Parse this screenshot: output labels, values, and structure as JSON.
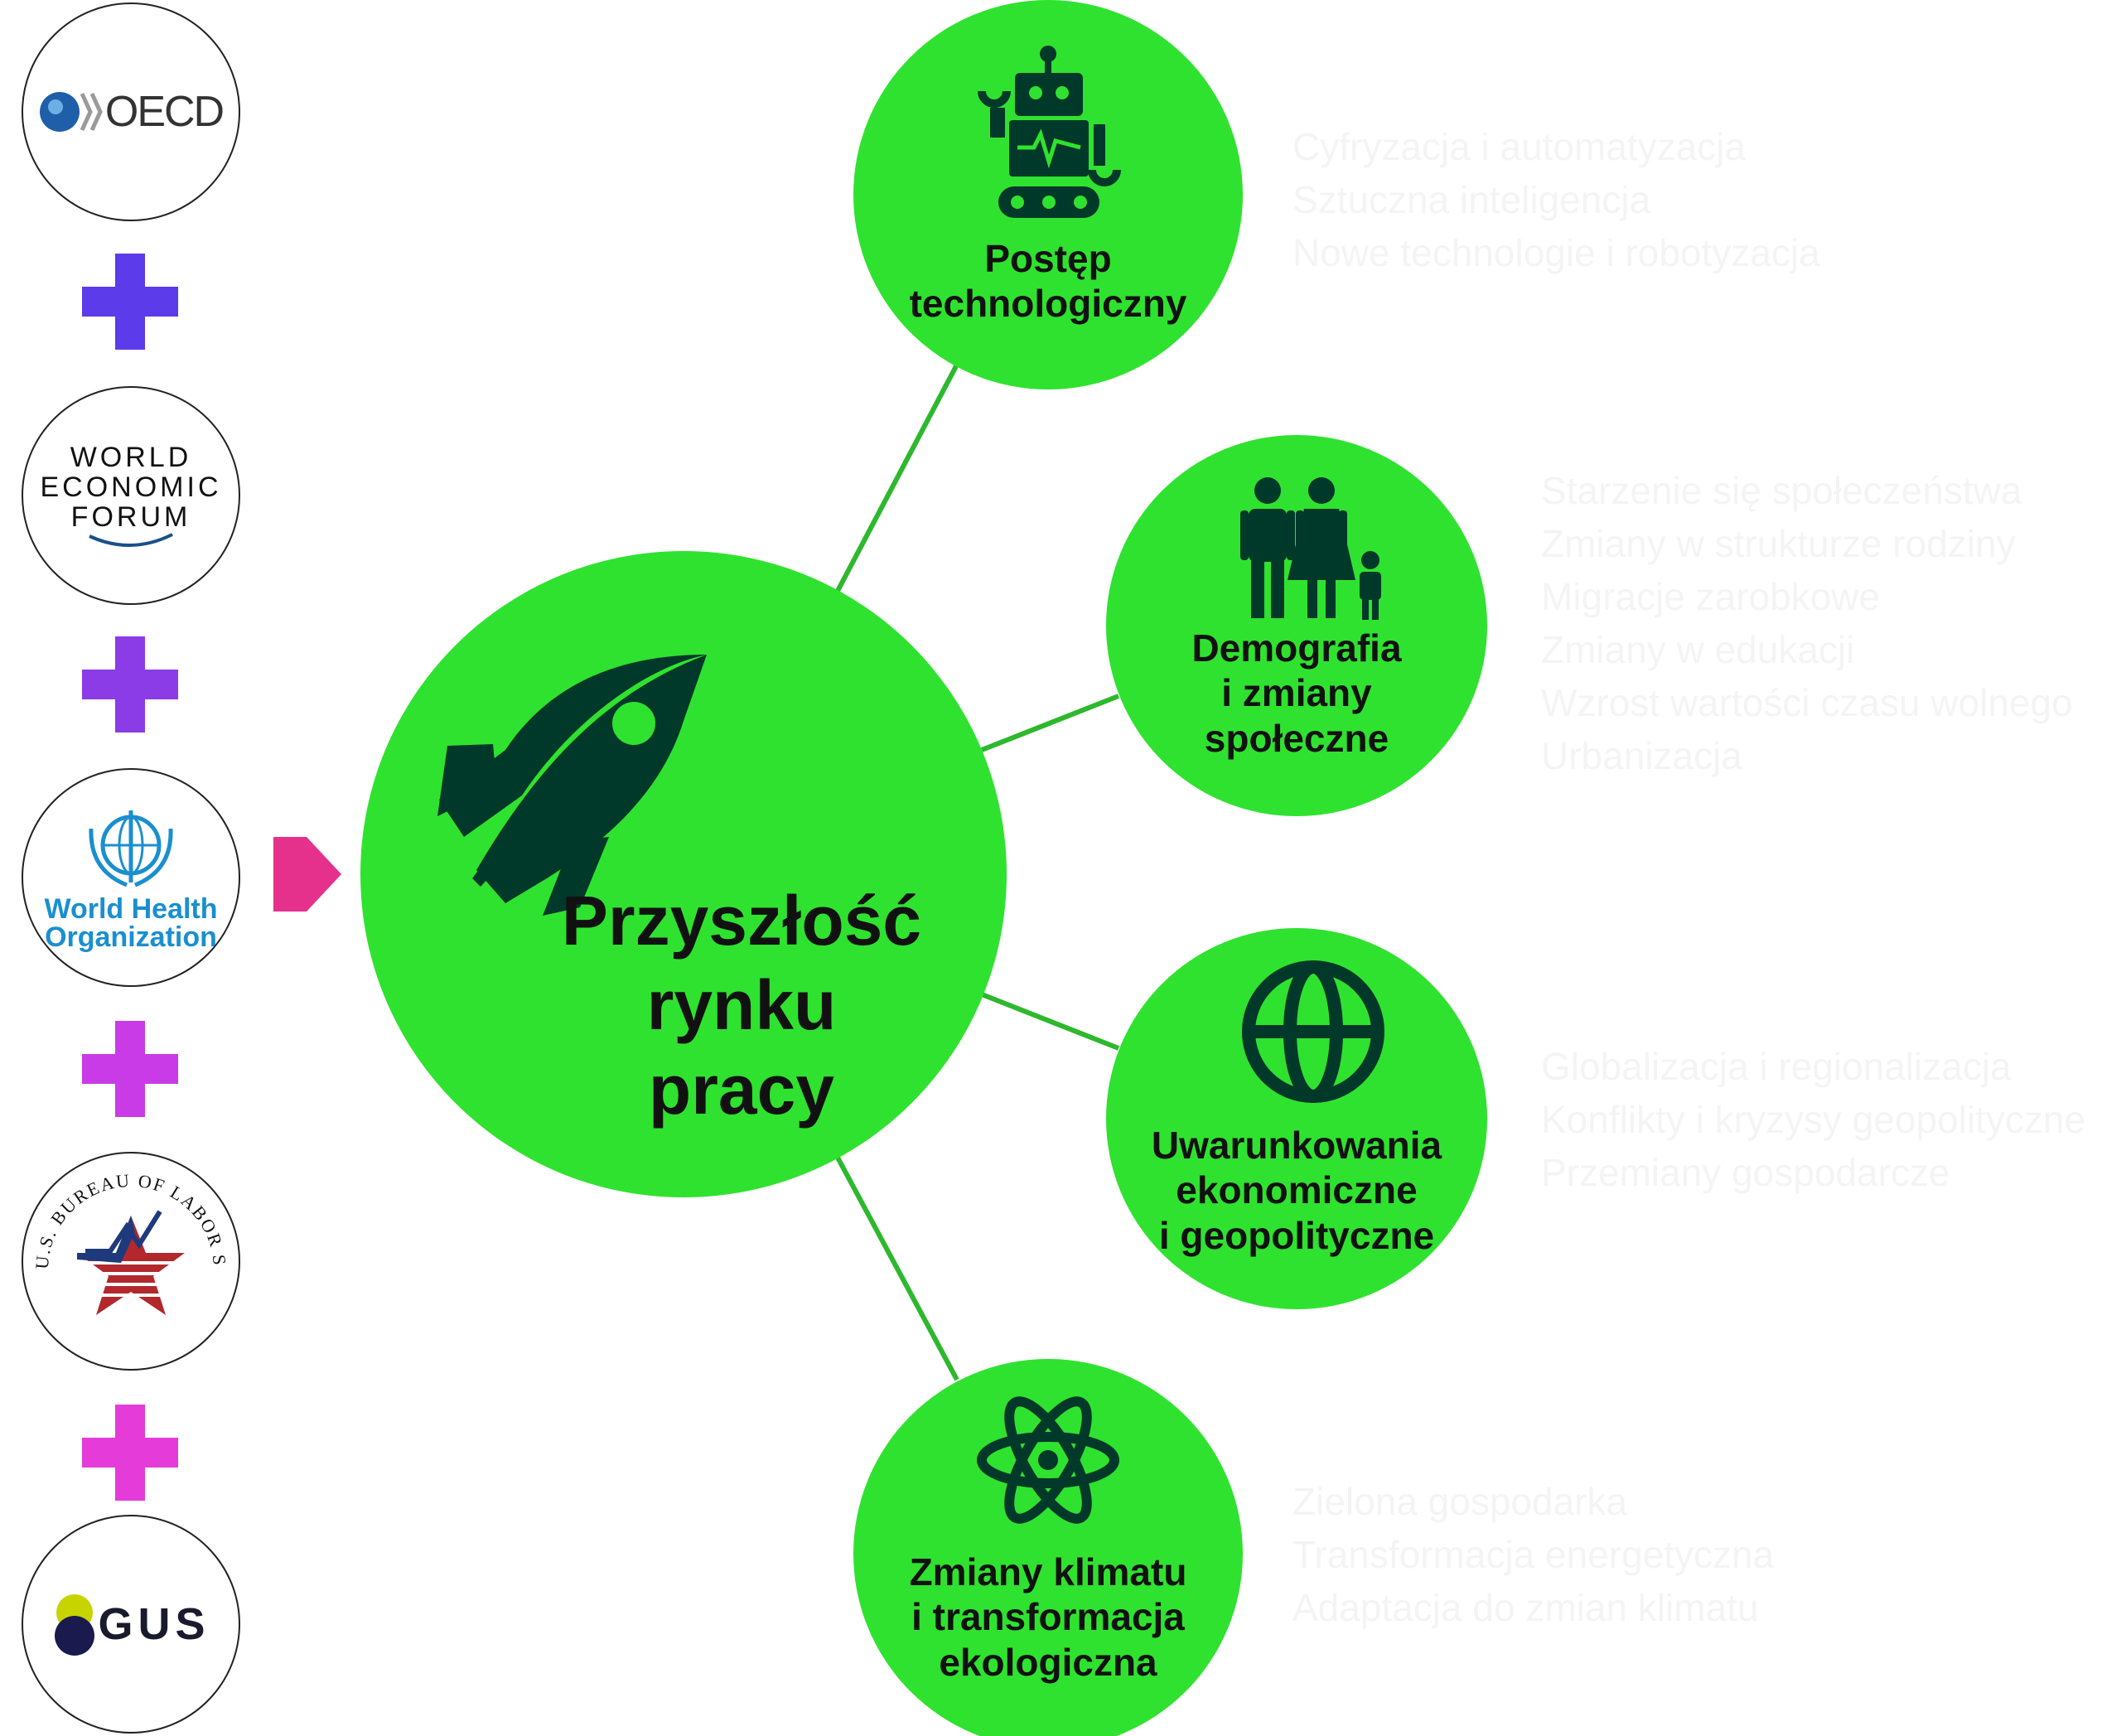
{
  "logos": [
    {
      "id": "oecd",
      "text": "OECD"
    },
    {
      "id": "wef",
      "lines": [
        "WORLD",
        "ECONOMIC",
        "FORUM"
      ]
    },
    {
      "id": "who",
      "lines": [
        "World Health",
        "Organization"
      ]
    },
    {
      "id": "bls",
      "text": "U.S. BUREAU OF LABOR STATISTICS"
    },
    {
      "id": "gus",
      "text": "GUS"
    }
  ],
  "plus_colors": [
    "#5b3bea",
    "#8b3ce6",
    "#c83be6",
    "#e53bd8"
  ],
  "arrow_color": "#e5318c",
  "center": {
    "title_line1": "Przyszłość",
    "title_line2": "rynku pracy"
  },
  "nodes": [
    {
      "id": "tech",
      "icon": "robot-icon",
      "lines": [
        "Postęp",
        "technologiczny"
      ],
      "bullets": [
        "Cyfryzacja i automatyzacja",
        "Sztuczna inteligencja",
        "Nowe technologie i robotyzacja"
      ]
    },
    {
      "id": "demo",
      "icon": "family-icon",
      "lines": [
        "Demografia",
        "i zmiany",
        "społeczne"
      ],
      "bullets": [
        "Starzenie się społeczeństwa",
        "Zmiany w strukturze rodziny",
        "Migracje zarobkowe",
        "Zmiany w edukacji",
        "Wzrost wartości czasu wolnego",
        "Urbanizacja"
      ]
    },
    {
      "id": "econ",
      "icon": "globe-icon",
      "lines": [
        "Uwarunkowania",
        "ekonomiczne",
        "i geopolityczne"
      ],
      "bullets": [
        "Globalizacja i regionalizacja",
        "Konflikty i kryzysy geopolityczne",
        "Przemiany gospodarcze"
      ]
    },
    {
      "id": "climate",
      "icon": "atom-icon",
      "lines": [
        "Zmiany klimatu",
        "i transformacja",
        "ekologiczna"
      ],
      "bullets": [
        "Zielona gospodarka",
        "Transformacja energetyczna",
        "Adaptacja do zmian klimatu"
      ]
    }
  ],
  "colors": {
    "node_green": "#2fe22f",
    "line_green": "#2db82d",
    "icon_dark": "#00382a"
  }
}
